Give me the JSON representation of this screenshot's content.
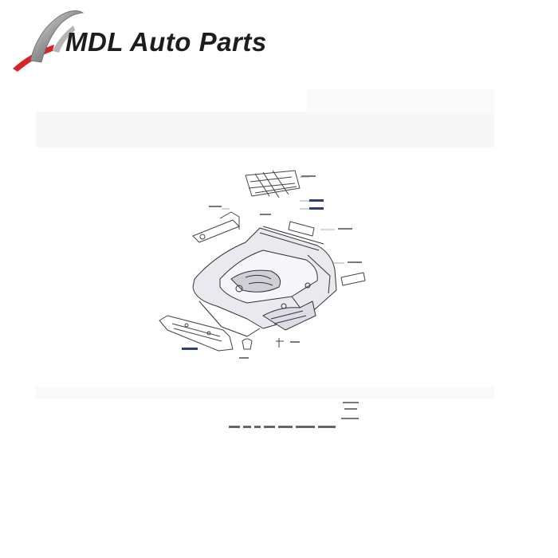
{
  "brand": {
    "name": "MDL Auto Parts",
    "logo_icon": "chrome-swoosh-logo",
    "colors": {
      "red": "#d6242a",
      "silver": "#9a9a9a",
      "text": "#1d1d1d"
    }
  },
  "diagram": {
    "subject": "seat-frame-exploded-diagram"
  }
}
